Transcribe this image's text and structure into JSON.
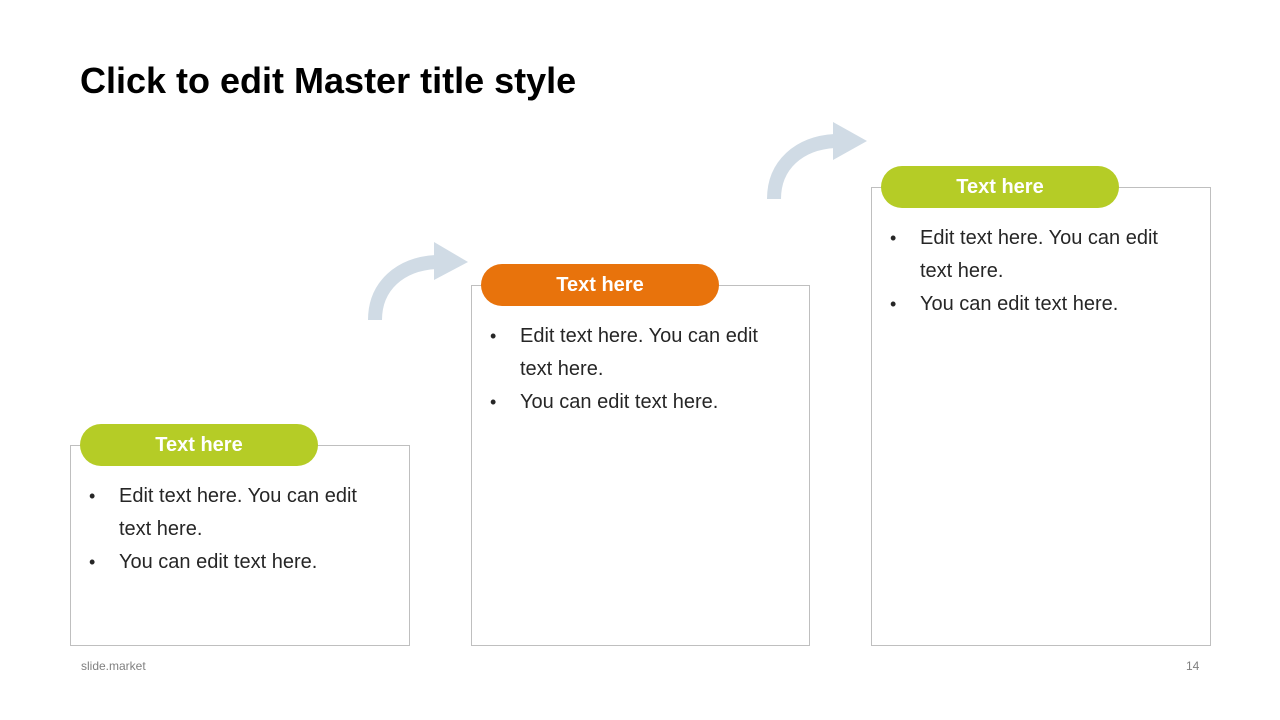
{
  "slide": {
    "title": "Click to edit Master title style",
    "footer": "slide.market",
    "page_number": "14"
  },
  "colors": {
    "green": "#b5cc26",
    "orange": "#e8730c",
    "arrow": "#d0dbe5",
    "border": "#bfbfbf"
  },
  "steps": [
    {
      "label": "Text here",
      "bullets": [
        "Edit text here. You can edit text here.",
        "You can edit text here."
      ]
    },
    {
      "label": "Text here",
      "bullets": [
        "Edit text here. You can edit text here.",
        "You can edit text here."
      ]
    },
    {
      "label": "Text here",
      "bullets": [
        "Edit text here. You can edit text here.",
        "You can edit text here."
      ]
    }
  ]
}
